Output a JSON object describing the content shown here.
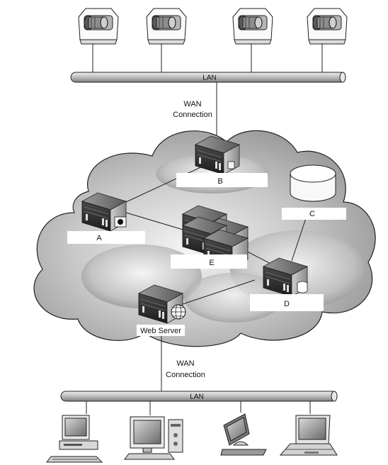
{
  "top_lan": {
    "label": "LAN"
  },
  "bottom_lan": {
    "label": "LAN"
  },
  "wan_top": {
    "line1": "WAN",
    "line2": "Connection"
  },
  "wan_bottom": {
    "line1": "WAN",
    "line2": "Connection"
  },
  "nodes": {
    "a": "A",
    "b": "B",
    "c": "C",
    "d": "D",
    "e": "E",
    "web": "Web Server"
  },
  "top_devices": [
    "tape-drive-icon",
    "tape-drive-icon",
    "tape-drive-icon",
    "tape-drive-icon"
  ],
  "bottom_devices": [
    "desktop-computer-icon",
    "tower-computer-icon",
    "imac-computer-icon",
    "laptop-computer-icon"
  ]
}
